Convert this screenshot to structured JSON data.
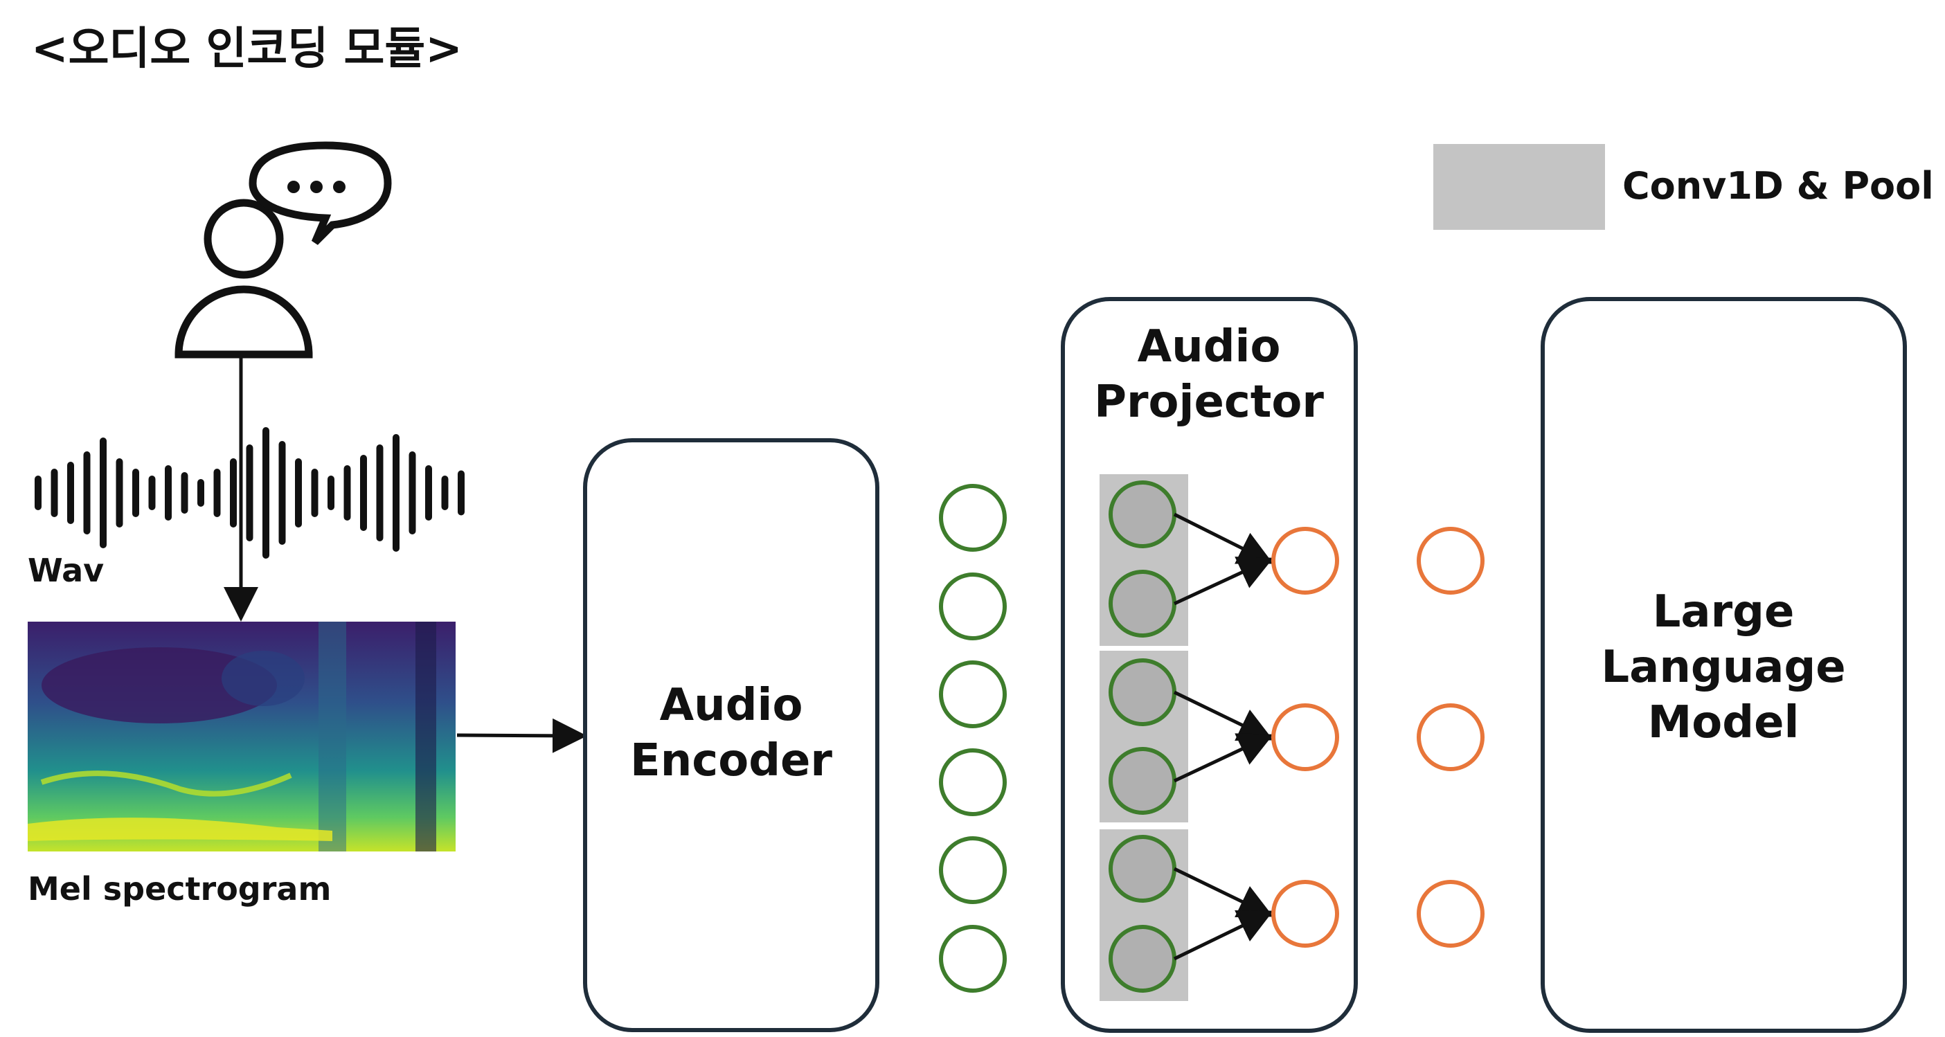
{
  "title": "<오디오 인코딩 모듈>",
  "legend": {
    "swatch_color": "#c4c4c4",
    "label": "Conv1D & Pool"
  },
  "input": {
    "wav_label": "Wav",
    "mel_label": "Mel spectrogram"
  },
  "encoder": {
    "line1": "Audio",
    "line2": "Encoder"
  },
  "projector": {
    "line1": "Audio",
    "line2": "Projector"
  },
  "llm": {
    "line1": "Large",
    "line2": "Language",
    "line3": "Model"
  },
  "colors": {
    "box_stroke": "#1f2d3a",
    "encoder_token": "#3e7d2c",
    "projected_token": "#e8763a",
    "pool_fill": "#c4c4c4",
    "token_fill_in_pool": "#b0b0b0"
  },
  "icons": {
    "speaker": "person-speaking-icon",
    "waveform": "sound-wave-icon"
  }
}
